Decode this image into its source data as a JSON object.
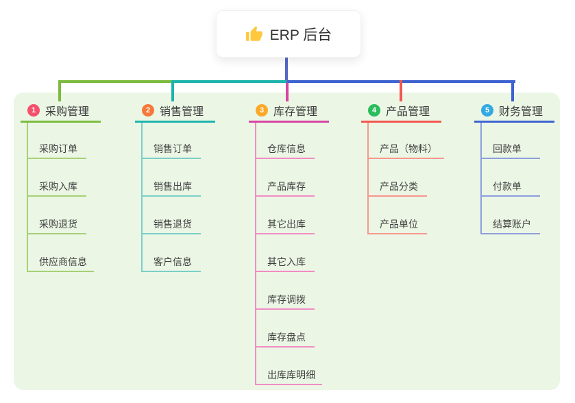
{
  "root": {
    "icon": "thumbs-up-icon",
    "label": "ERP 后台"
  },
  "branches": [
    {
      "number": "1",
      "label": "采购管理",
      "colors": {
        "badge": "#F4516C",
        "line": "#7CBB3F",
        "child_line": "#A6D175"
      },
      "children": [
        "采购订单",
        "采购入库",
        "采购退货",
        "供应商信息"
      ]
    },
    {
      "number": "2",
      "label": "销售管理",
      "colors": {
        "badge": "#F5793B",
        "line": "#1DB4AC",
        "child_line": "#7BCFC8"
      },
      "children": [
        "销售订单",
        "销售出库",
        "销售退货",
        "客户信息"
      ]
    },
    {
      "number": "3",
      "label": "库存管理",
      "colors": {
        "badge": "#FCA828",
        "line": "#D944A3",
        "child_line": "#F18CC4"
      },
      "children": [
        "仓库信息",
        "产品库存",
        "其它出库",
        "其它入库",
        "库存调拨",
        "库存盘点",
        "出库库明细"
      ]
    },
    {
      "number": "4",
      "label": "产品管理",
      "colors": {
        "badge": "#2ABD5B",
        "line": "#F3564D",
        "child_line": "#F9968E"
      },
      "children": [
        "产品（物料）",
        "产品分类",
        "产品单位"
      ]
    },
    {
      "number": "5",
      "label": "财务管理",
      "colors": {
        "badge": "#32A9E3",
        "line": "#3E63D0",
        "child_line": "#8C9FDD"
      },
      "children": [
        "回款单",
        "付款单",
        "结算账户"
      ]
    }
  ],
  "colors": {
    "canvas_bg": "#FFFFFF",
    "panel_bg": "#EBF6E5",
    "root_line": "#5667C4",
    "title_text": "#3B3B3B",
    "child_text": "#404040",
    "badge_text": "#FFFFFF",
    "thumb_icon": "#FFC83D"
  }
}
